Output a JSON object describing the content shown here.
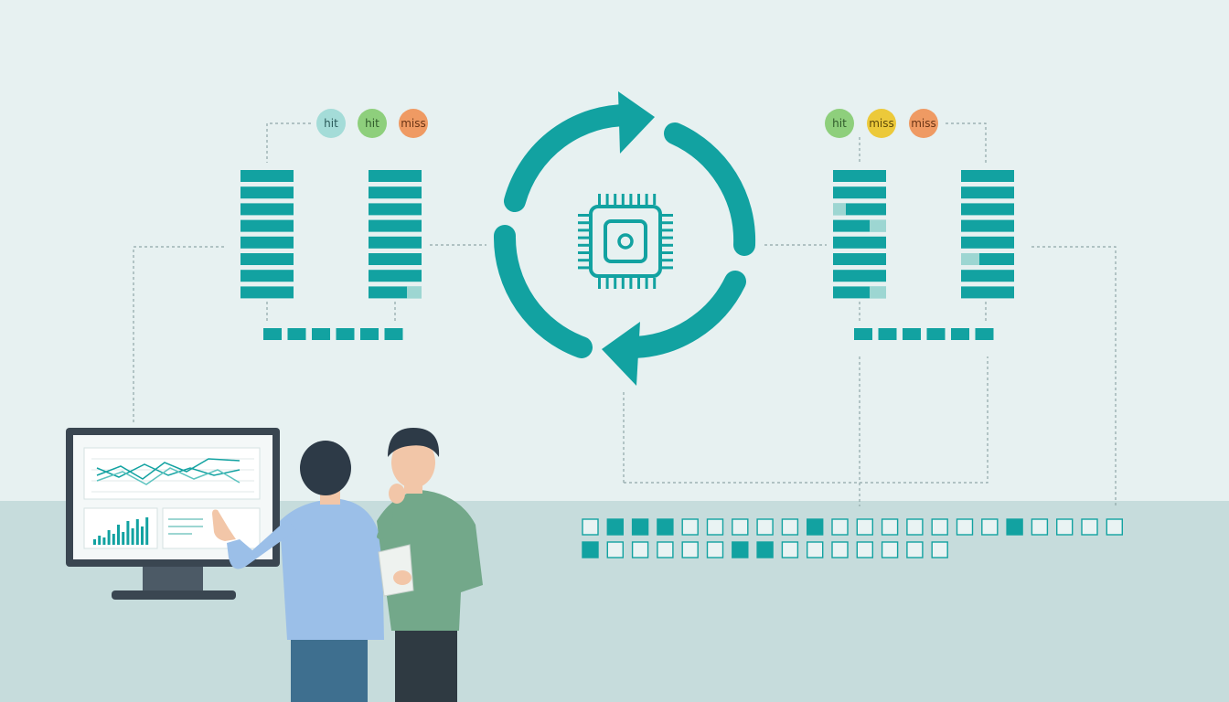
{
  "colors": {
    "sky": "#e7f1f1",
    "floor": "#c6dcdc",
    "teal": "#12a2a1",
    "teal_light": "#9dd6d2",
    "line": "#8fa6a8",
    "hit_blue": "#a4dcd8",
    "hit_green": "#8ecf7c",
    "miss_orange": "#ef9a63",
    "miss_yellow": "#ecc93a",
    "monitor_frame": "#3a4651",
    "shirt_blue": "#9bbfe8",
    "shirt_green": "#73a88a",
    "hair": "#2d3a47"
  },
  "left_cache": {
    "badges": [
      {
        "label": "hit",
        "color": "#a4dcd8"
      },
      {
        "label": "hit",
        "color": "#8ecf7c"
      },
      {
        "label": "miss",
        "color": "#ef9a63"
      }
    ]
  },
  "right_cache": {
    "badges": [
      {
        "label": "hit",
        "color": "#8ecf7c"
      },
      {
        "label": "miss",
        "color": "#ecc93a"
      },
      {
        "label": "miss",
        "color": "#ef9a63"
      }
    ]
  },
  "processor": {
    "icon": "cpu-chip-icon",
    "cycle_icon": "circular-refresh-arrows-icon"
  },
  "memory_grid": {
    "row1_filled": [
      0,
      1,
      1,
      1,
      0,
      0,
      0,
      0,
      0,
      1,
      0,
      0,
      0,
      0,
      0,
      0,
      0,
      1,
      0,
      0,
      0,
      0
    ],
    "row2_filled": [
      1,
      0,
      0,
      0,
      0,
      0,
      1,
      1,
      0,
      0,
      0,
      0,
      0,
      0,
      0
    ]
  }
}
